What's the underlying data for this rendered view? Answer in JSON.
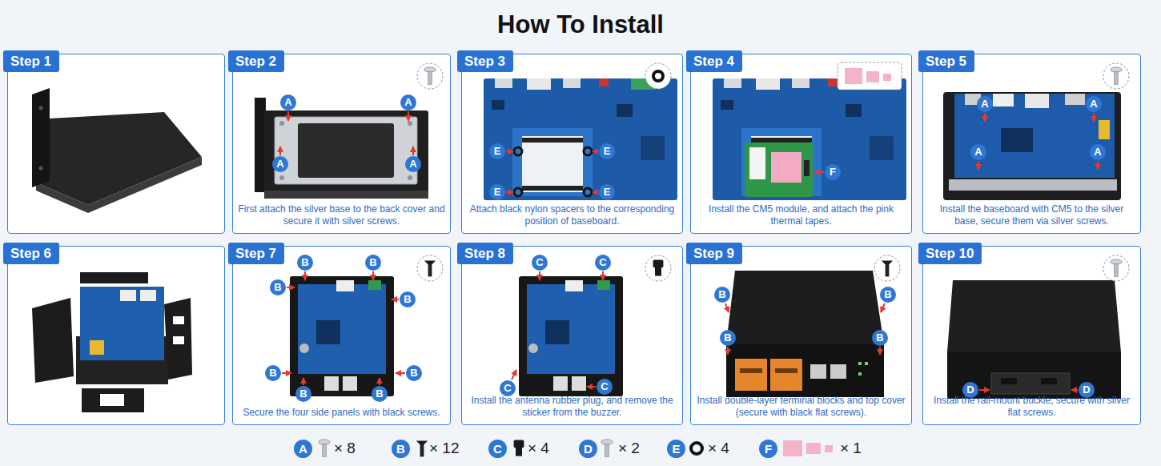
{
  "diagram": {
    "title": "How To Install",
    "nodes": [
      {
        "text": [
          "Step 1"
        ]
      },
      {
        "text": [
          "Step 2",
          "First attach the silver base to the back cover and secure it with silver screws."
        ]
      },
      {
        "text": [
          "Step 3",
          "Attach black nylon spacers to the corresponding position of baseboard."
        ]
      },
      {
        "text": [
          "Step 4",
          "Install the CM5 module, and attach the pink thermal tapes."
        ]
      },
      {
        "text": [
          "Step 5",
          "Install the baseboard with CM5 to the silver base, secure them via silver screws."
        ]
      },
      {
        "text": [
          "Step 6"
        ]
      },
      {
        "text": [
          "Step 7",
          "Secure the four side panels with black screws."
        ]
      },
      {
        "text": [
          "Step 8",
          "Install the antenna rubber plug, and remove the sticker from the buzzer."
        ]
      },
      {
        "text": [
          "Step 9",
          "Install double-layer terminal blocks and top cover (secure with black flat screws)."
        ]
      },
      {
        "text": [
          "Step 10",
          "Install the rail-mount buckle, secure with silver flat screws."
        ]
      }
    ],
    "labels": [
      "A",
      "A",
      "A",
      "A",
      "E",
      "E",
      "E",
      "E",
      "F",
      "A",
      "A",
      "A",
      "A",
      "B",
      "B",
      "B",
      "B",
      "B",
      "B",
      "B",
      "B",
      "C",
      "C",
      "C",
      "C",
      "B",
      "B",
      "B",
      "B",
      "D",
      "D",
      "A",
      "× 8",
      "B",
      "× 12",
      "C",
      "× 4",
      "D",
      "× 2",
      "E",
      "× 4",
      "F",
      "× 1"
    ]
  }
}
